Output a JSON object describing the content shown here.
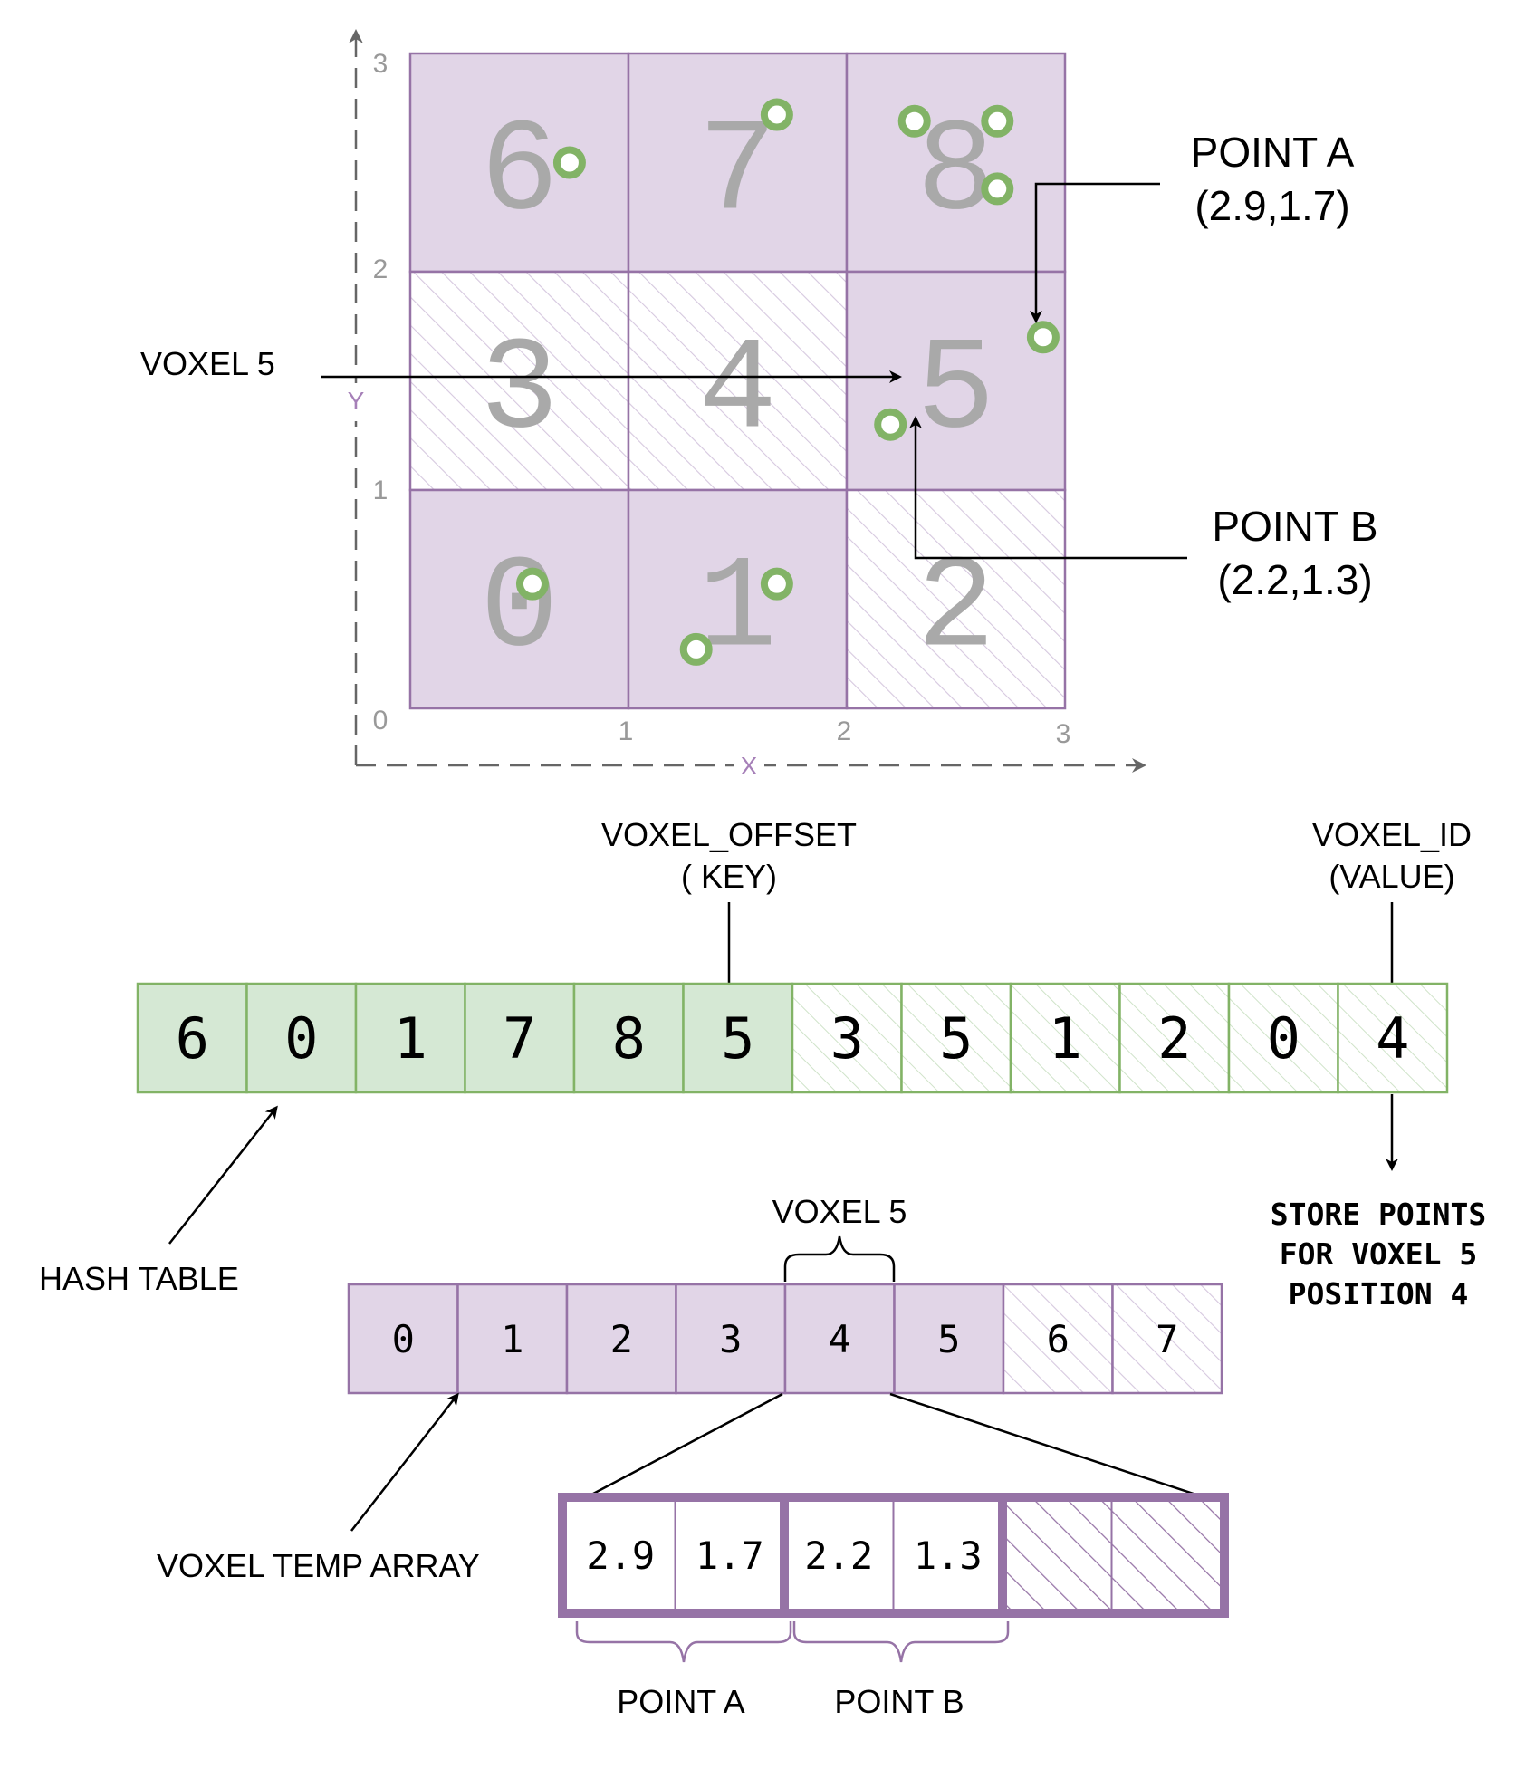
{
  "grid": {
    "voxels": [
      {
        "id": "6",
        "filled": true
      },
      {
        "id": "7",
        "filled": true
      },
      {
        "id": "8",
        "filled": true
      },
      {
        "id": "3",
        "filled": false
      },
      {
        "id": "4",
        "filled": false
      },
      {
        "id": "5",
        "filled": true
      },
      {
        "id": "0",
        "filled": true
      },
      {
        "id": "1",
        "filled": true
      },
      {
        "id": "2",
        "filled": false
      }
    ],
    "x_axis": {
      "label": "X",
      "ticks": [
        "0",
        "1",
        "2",
        "3"
      ]
    },
    "y_axis": {
      "label": "Y",
      "ticks": [
        "1",
        "2",
        "3"
      ]
    },
    "points": [
      {
        "x": 0.73,
        "y": 2.5
      },
      {
        "x": 1.68,
        "y": 2.72
      },
      {
        "x": 2.31,
        "y": 2.69
      },
      {
        "x": 2.69,
        "y": 2.69
      },
      {
        "x": 2.69,
        "y": 2.38
      },
      {
        "x": 2.9,
        "y": 1.7
      },
      {
        "x": 2.2,
        "y": 1.3
      },
      {
        "x": 0.56,
        "y": 0.57
      },
      {
        "x": 1.68,
        "y": 0.57
      },
      {
        "x": 1.31,
        "y": 0.27
      }
    ]
  },
  "annotations": {
    "voxel5": "VOXEL 5",
    "point_a": {
      "name": "POINT A",
      "coords": "(2.9,1.7)"
    },
    "point_b": {
      "name": "POINT B",
      "coords": "(2.2,1.3)"
    }
  },
  "hash_table": {
    "label": "HASH TABLE",
    "key_label_1": "VOXEL_OFFSET",
    "key_label_2": "( KEY)",
    "value_label_1": "VOXEL_ID",
    "value_label_2": "(VALUE)",
    "cells": [
      {
        "v": "6",
        "kind": "key"
      },
      {
        "v": "0",
        "kind": "key"
      },
      {
        "v": "1",
        "kind": "key"
      },
      {
        "v": "7",
        "kind": "key"
      },
      {
        "v": "8",
        "kind": "key"
      },
      {
        "v": "5",
        "kind": "key"
      },
      {
        "v": "3",
        "kind": "value"
      },
      {
        "v": "5",
        "kind": "value"
      },
      {
        "v": "1",
        "kind": "value"
      },
      {
        "v": "2",
        "kind": "value"
      },
      {
        "v": "0",
        "kind": "value"
      },
      {
        "v": "4",
        "kind": "value"
      }
    ],
    "store_note": [
      "STORE POINTS",
      "FOR VOXEL 5",
      "POSITION 4"
    ]
  },
  "temp_array": {
    "label": "VOXEL TEMP ARRAY",
    "brace_label": "VOXEL 5",
    "cells": [
      {
        "v": "0",
        "used": true
      },
      {
        "v": "1",
        "used": true
      },
      {
        "v": "2",
        "used": true
      },
      {
        "v": "3",
        "used": true
      },
      {
        "v": "4",
        "used": true
      },
      {
        "v": "5",
        "used": true
      },
      {
        "v": "6",
        "used": false
      },
      {
        "v": "7",
        "used": false
      }
    ]
  },
  "points_array": {
    "cells": [
      "2.9",
      "1.7",
      "2.2",
      "1.3",
      "",
      ""
    ],
    "brace_a": "POINT A",
    "brace_b": "POINT B"
  },
  "colors": {
    "voxel_fill": "#e1d5e7",
    "voxel_stroke": "#9673a6",
    "hash_fill": "#d5e8d4",
    "hash_stroke": "#82b366",
    "point_stroke": "#82b366",
    "hatch_purple": "#d6c8df",
    "hatch_green": "#cfe3c9",
    "digit_gray": "#a9a9a9",
    "axis_gray": "#666666"
  }
}
